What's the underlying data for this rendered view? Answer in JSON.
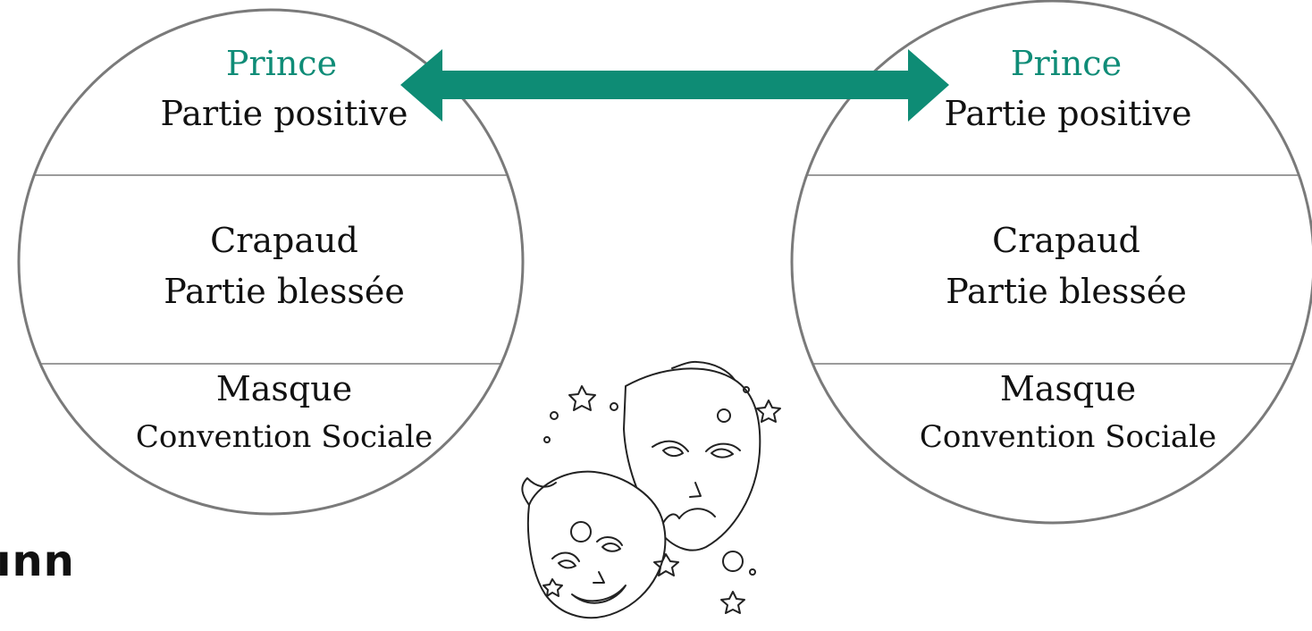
{
  "colors": {
    "accent": "#0f8c77",
    "arrow": "#0e8c75",
    "circle_stroke": "#7a7a7a",
    "text": "#111111"
  },
  "left_circle": {
    "top_title": "Prince",
    "top_subtitle": "Partie positive",
    "middle_title": "Crapaud",
    "middle_subtitle": "Partie blessée",
    "bottom_title": "Masque",
    "bottom_subtitle": "Convention Sociale"
  },
  "right_circle": {
    "top_title": "Prince",
    "top_subtitle": "Partie positive",
    "middle_title": "Crapaud",
    "middle_subtitle": "Partie blessée",
    "bottom_title": "Masque",
    "bottom_subtitle": "Convention Sociale"
  },
  "connector": {
    "type": "double-headed-arrow",
    "icon": "double-arrow-icon"
  },
  "illustration": {
    "icon": "theater-masks-icon"
  },
  "logo": {
    "partial_text": "ınn"
  }
}
